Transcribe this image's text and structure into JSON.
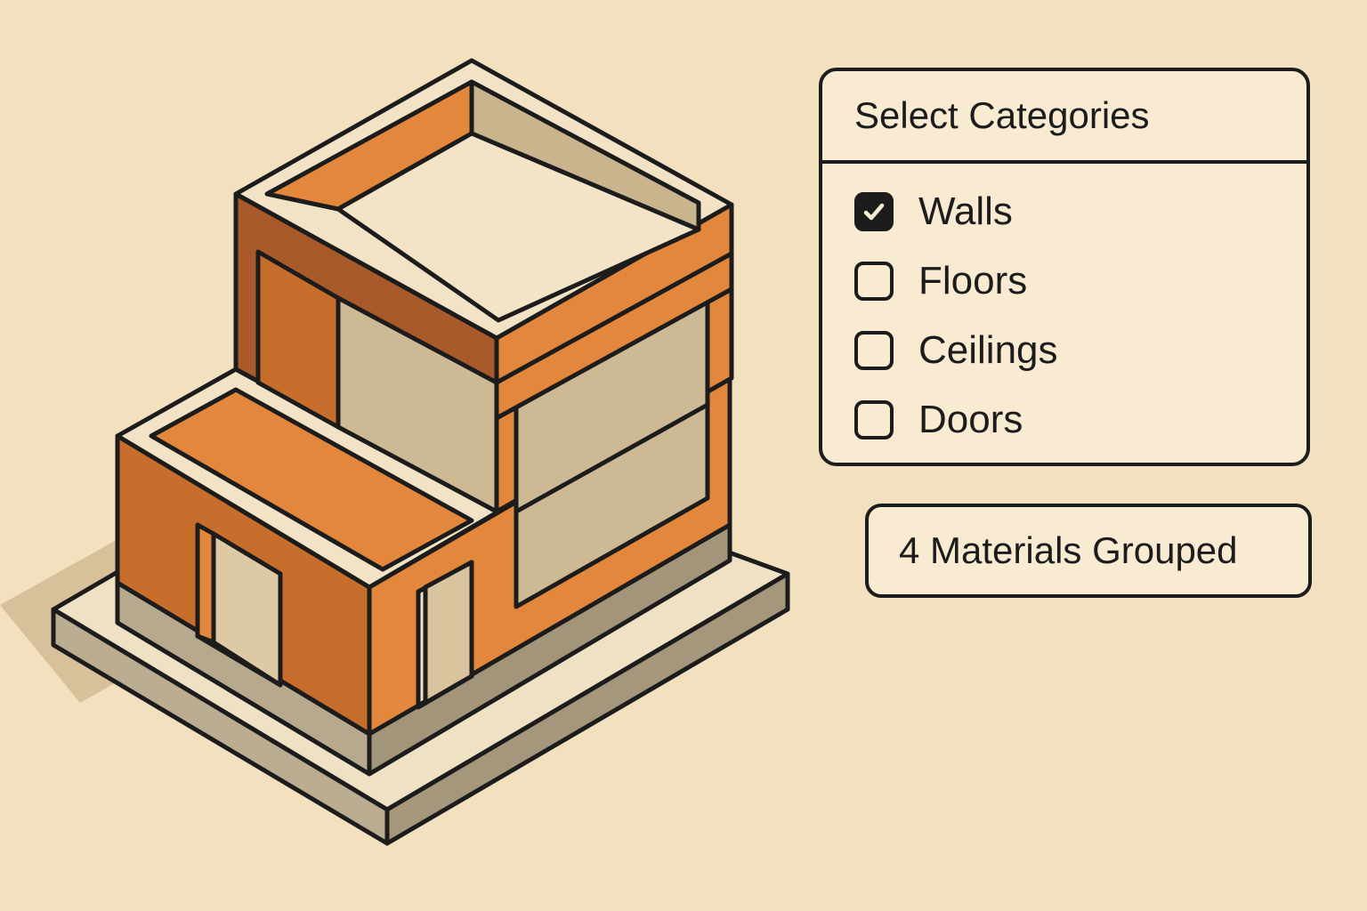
{
  "panel": {
    "title": "Select Categories",
    "options": [
      {
        "label": "Walls",
        "checked": true
      },
      {
        "label": "Floors",
        "checked": false
      },
      {
        "label": "Ceilings",
        "checked": false
      },
      {
        "label": "Doors",
        "checked": false
      }
    ]
  },
  "summary": {
    "text": "4 Materials Grouped"
  },
  "icons": {
    "checked": "check-icon"
  },
  "colors": {
    "background": "#f3e0bf",
    "wall_orange": "#e2873c",
    "wall_shadow": "#a85a2a",
    "interior_tan": "#c9b48e",
    "floor_cream": "#efe0c2",
    "base_gray": "#b9ab90",
    "outline": "#1c1c1c",
    "panel_fill": "#f9ead2"
  }
}
